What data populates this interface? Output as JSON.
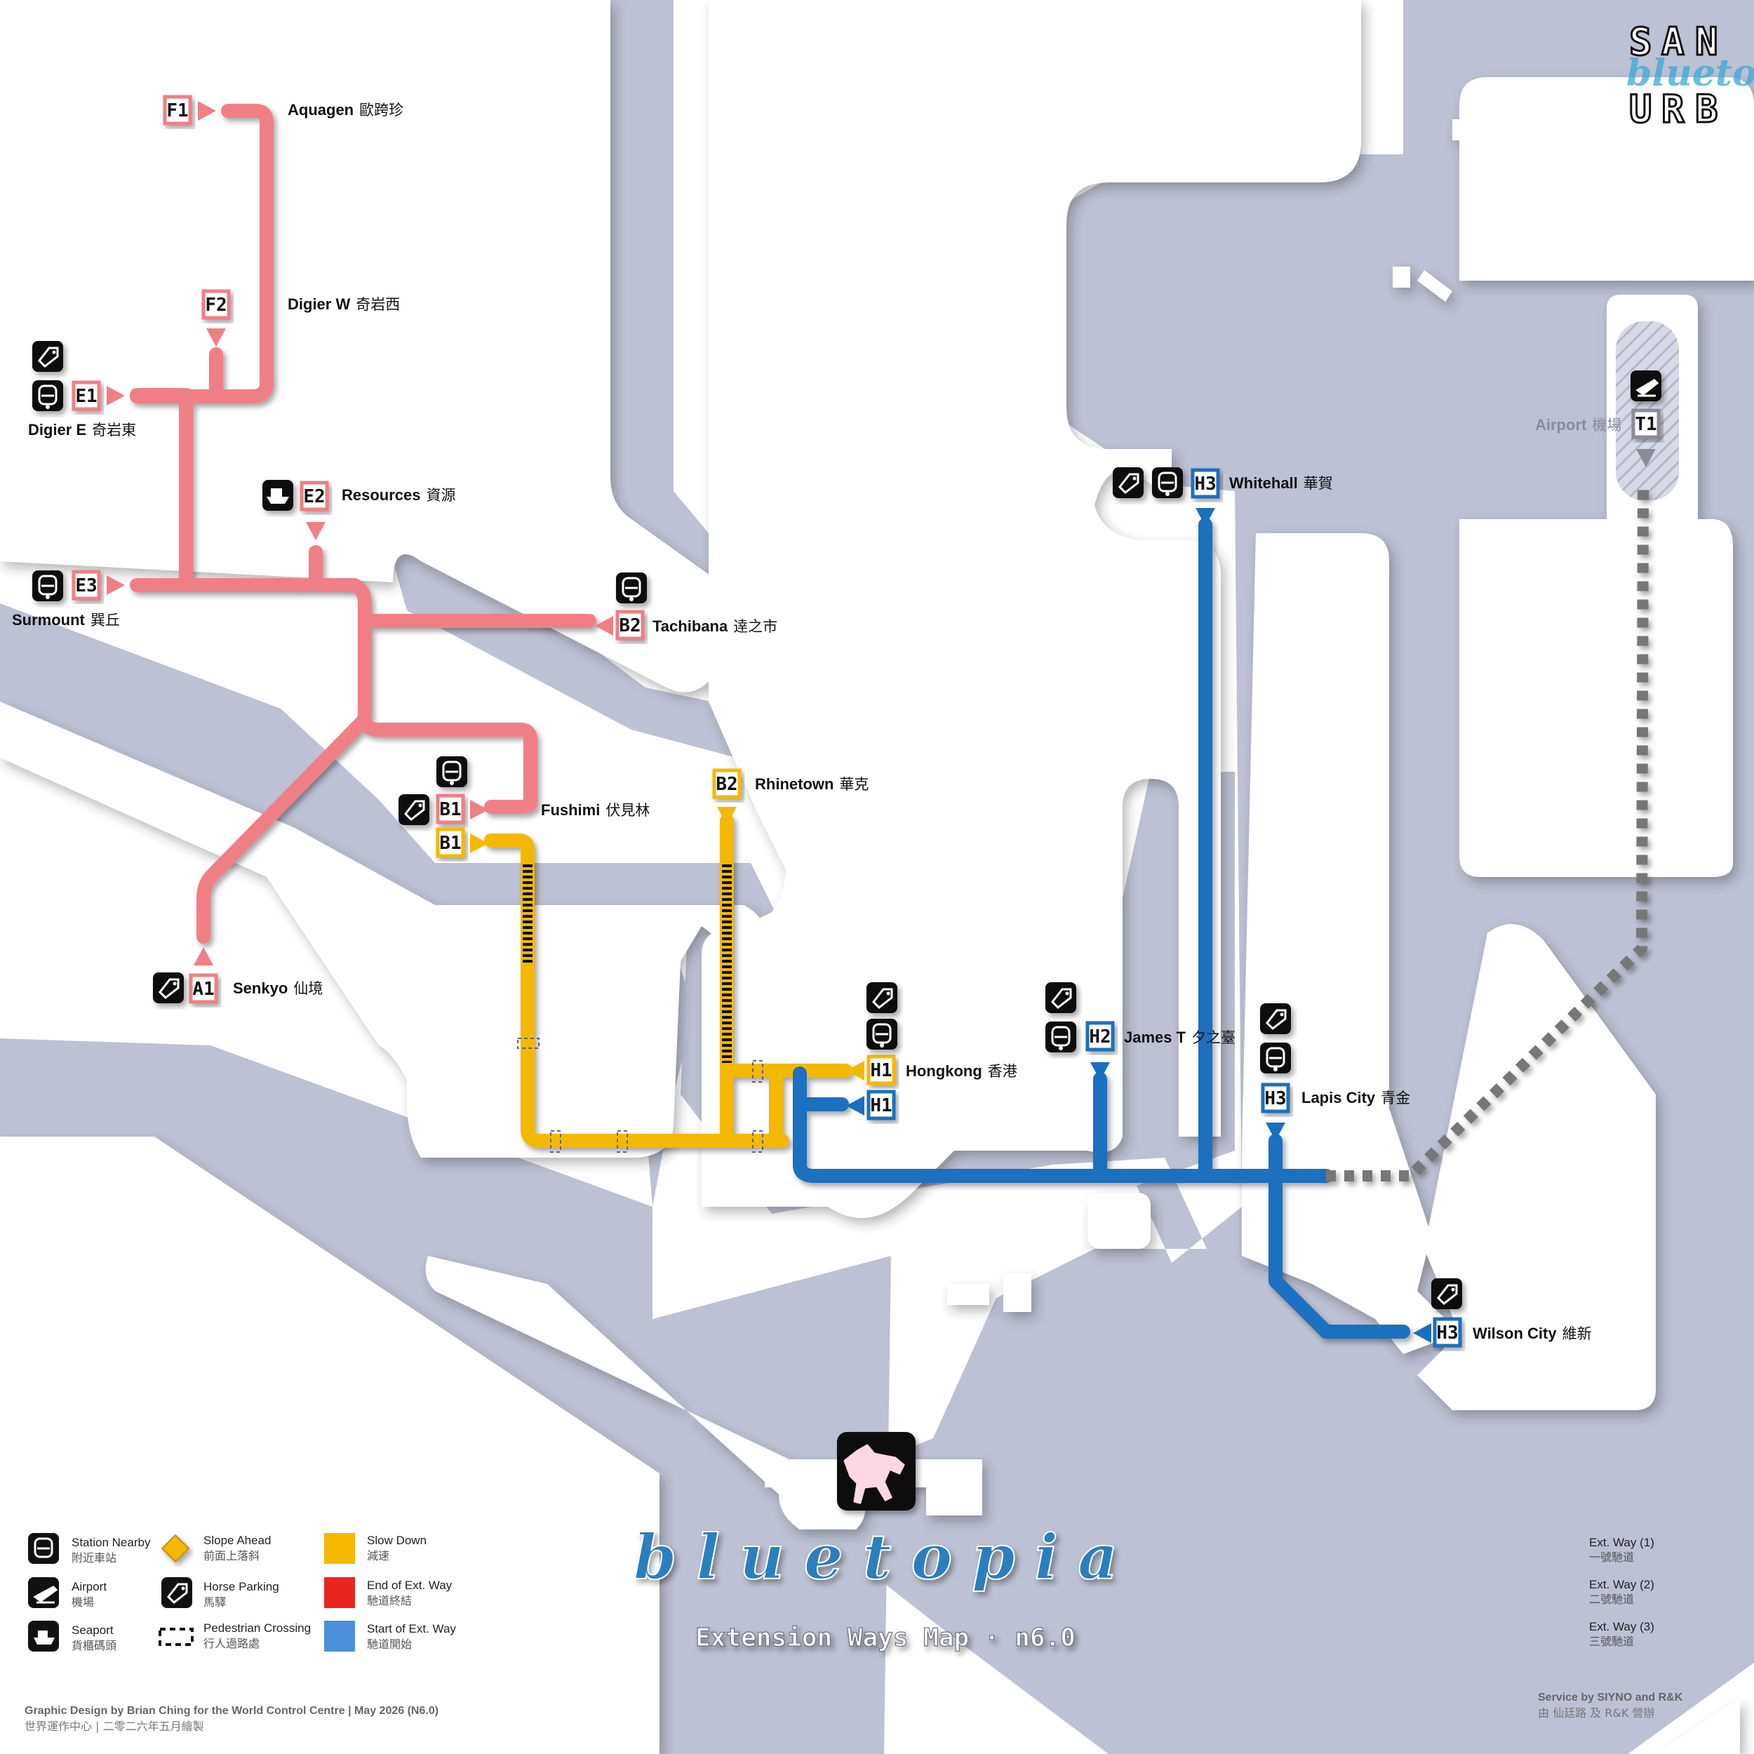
{
  "brand": {
    "logo_letters": [
      "S",
      "A",
      "N",
      "U",
      "R",
      "B"
    ],
    "logo_overlay": "bluetopia",
    "title": "bluetopia",
    "subtitle": "Extension Ways Map · n6.0"
  },
  "colors": {
    "way1": "#f07f85",
    "way2": "#f5b800",
    "way3": "#1a6fc0",
    "water": "#bcc1d3",
    "land": "#ffffff"
  },
  "stations": {
    "F1": {
      "code": "F1",
      "en": "Aquagen",
      "zh": "歐跨珍"
    },
    "F2": {
      "code": "F2",
      "en": "Digier W",
      "zh": "奇岩西"
    },
    "E1": {
      "code": "E1",
      "en": "Digier E",
      "zh": "奇岩東"
    },
    "E2": {
      "code": "E2",
      "en": "Resources",
      "zh": "資源"
    },
    "E3": {
      "code": "E3",
      "en": "Surmount",
      "zh": "巽丘"
    },
    "B2a": {
      "code": "B2",
      "en": "Tachibana",
      "zh": "逹之市"
    },
    "B1": {
      "code": "B1",
      "en": "Fushimi",
      "zh": "伏見林"
    },
    "B1y": {
      "code": "B1"
    },
    "A1": {
      "code": "A1",
      "en": "Senkyo",
      "zh": "仙境"
    },
    "B2b": {
      "code": "B2",
      "en": "Rhinetown",
      "zh": "華克"
    },
    "H1": {
      "code": "H1",
      "en": "Hongkong",
      "zh": "香港"
    },
    "H1b": {
      "code": "H1"
    },
    "H2": {
      "code": "H2",
      "en": "James T",
      "zh": "夕之臺"
    },
    "H3w": {
      "code": "H3",
      "en": "Whitehall",
      "zh": "華賀"
    },
    "H3l": {
      "code": "H3",
      "en": "Lapis City",
      "zh": "青金"
    },
    "H3s": {
      "code": "H3",
      "en": "Wilson City",
      "zh": "維新"
    },
    "T1": {
      "code": "T1",
      "en": "Airport",
      "zh": "機場"
    }
  },
  "legend": {
    "station_nearby": {
      "en": "Station Nearby",
      "zh": "附近車站",
      "icon": "train-icon"
    },
    "airport": {
      "en": "Airport",
      "zh": "機場",
      "icon": "airplane-icon"
    },
    "seaport": {
      "en": "Seaport",
      "zh": "貨櫃碼頭",
      "icon": "ship-icon"
    },
    "slope": {
      "en": "Slope Ahead",
      "zh": "前面上落斜",
      "icon": "diamond-icon"
    },
    "horse": {
      "en": "Horse Parking",
      "zh": "馬驛",
      "icon": "tag-icon"
    },
    "crossing": {
      "en": "Pedestrian Crossing",
      "zh": "行人過路處"
    },
    "slow": {
      "en": "Slow Down",
      "zh": "減速",
      "color": "#f5b800"
    },
    "end": {
      "en": "End of Ext. Way",
      "zh": "馳道終結",
      "color": "#e8261f"
    },
    "start": {
      "en": "Start of Ext. Way",
      "zh": "馳道開始",
      "color": "#4a90d9"
    },
    "ways": [
      {
        "en": "Ext. Way (1)",
        "zh": "一號馳道",
        "color": "#f07f85"
      },
      {
        "en": "Ext. Way (2)",
        "zh": "二號馳道",
        "color": "#f5b800"
      },
      {
        "en": "Ext. Way (3)",
        "zh": "三號馳道",
        "color": "#1a6fc0"
      }
    ]
  },
  "footer": {
    "credit_en": "Graphic Design by Brian Ching for the  World Control Centre | May 2026 (N6.0)",
    "credit_zh": "世界運作中心 | 二零二六年五月繪製",
    "service_en": "Service by SIYNO and R&K",
    "service_zh": "由 仙廷路 及 R&K 營辦"
  }
}
